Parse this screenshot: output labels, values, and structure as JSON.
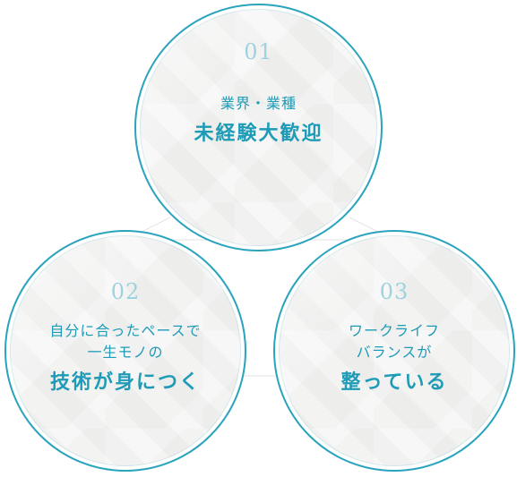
{
  "items": [
    {
      "number": "01",
      "lines_small": [
        "業界・業種"
      ],
      "line_big": "未経験大歓迎"
    },
    {
      "number": "02",
      "lines_small": [
        "自分に合ったペースで",
        "一生モノの"
      ],
      "line_big": "技術が身につく"
    },
    {
      "number": "03",
      "lines_small": [
        "ワークライフ",
        "バランスが"
      ],
      "line_big": "整っている"
    }
  ],
  "colors": {
    "accent": "#2aa4bd",
    "text": "#1e9bb6",
    "number": "#9fd2de",
    "connector": "#e3e3e3"
  }
}
